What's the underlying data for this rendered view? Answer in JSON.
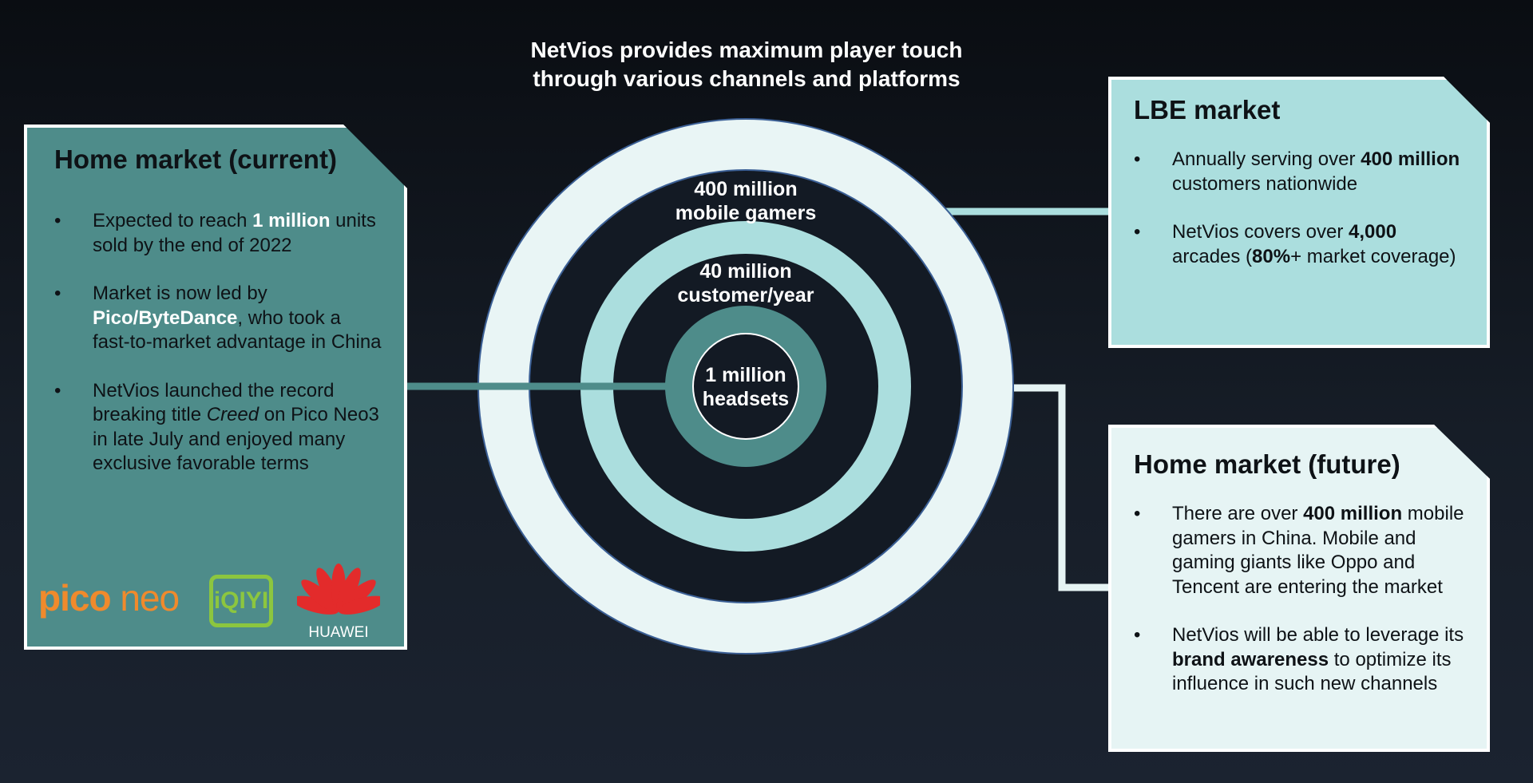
{
  "title": "NetVios provides maximum player touch\nthrough various channels and platforms",
  "rings": [
    {
      "label": "400 million\nmobile gamers"
    },
    {
      "label": "40 million\ncustomer/year"
    },
    {
      "label": "1 million\nheadsets"
    }
  ],
  "panels": {
    "home_current": {
      "title": "Home market (current)",
      "bullets": [
        {
          "pre": "Expected to reach ",
          "hl": "1 million",
          "post": " units sold by the end of 2022"
        },
        {
          "hl": "Pico/ByteDance",
          "post": ", who took a fast-to-market advantage in China",
          "pre": "Market is now led by "
        },
        {
          "pre": "NetVios launched the record breaking title ",
          "em": "Creed",
          "post": " on Pico Neo3 in late July and enjoyed many exclusive favorable terms"
        }
      ],
      "logos": {
        "pico_a": "pico",
        "pico_b": "neo",
        "iqiyi": "iQIYI",
        "huawei": "HUAWEI"
      }
    },
    "lbe": {
      "title": "LBE market",
      "bullets": [
        {
          "pre": "Annually serving over ",
          "bold": "400 million",
          "post": " customers nationwide"
        },
        {
          "pre": "NetVios covers over ",
          "bold": "4,000",
          "mid": " arcades (",
          "bold2": "80%",
          "post": "+ market coverage)"
        }
      ]
    },
    "home_future": {
      "title": "Home market (future)",
      "bullets": [
        {
          "pre": "There are over ",
          "bold": "400 million",
          "post": " mobile gamers in China. Mobile and gaming giants like Oppo and Tencent are entering the market"
        },
        {
          "pre": "NetVios will be able to leverage its ",
          "bold": "brand awareness",
          "post": " to optimize its influence in such new channels"
        }
      ]
    }
  },
  "colors": {
    "background": "#10161f",
    "dark_teal": "#4e8c8a",
    "light_teal": "#abdede",
    "pale_teal": "#e6f4f4",
    "ring_edge": "#3b5f95",
    "pico_orange": "#f08a2c",
    "iqiyi_green": "#8cc63f",
    "huawei_red": "#e32b2b"
  }
}
